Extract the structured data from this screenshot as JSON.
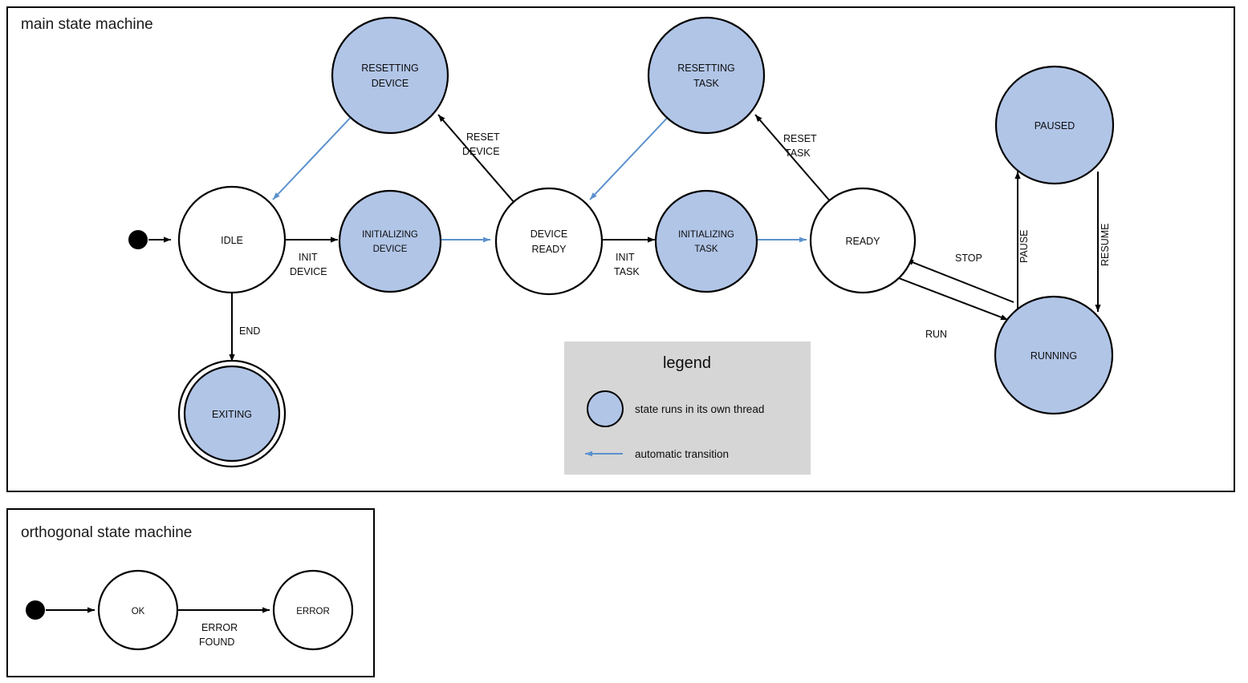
{
  "colors": {
    "thread_state_fill": "#b1c5e7",
    "plain_state_fill": "#ffffff",
    "auto_transition": "#5b91cd",
    "edge": "#000000",
    "legend_background": "#d6d6d6",
    "frame_border": "#000000"
  },
  "frames": {
    "main": {
      "title": "main state machine"
    },
    "orthogonal": {
      "title": "orthogonal state machine"
    }
  },
  "main_machine": {
    "initial_pseudostate": "initial-state-dot",
    "states": [
      {
        "id": "idle",
        "label_lines": [
          "IDLE"
        ],
        "threaded": false,
        "final": false
      },
      {
        "id": "resetting-device",
        "label_lines": [
          "RESETTING",
          "DEVICE"
        ],
        "threaded": true,
        "final": false
      },
      {
        "id": "initializing-device",
        "label_lines": [
          "INITIALIZING",
          "DEVICE"
        ],
        "threaded": true,
        "final": false
      },
      {
        "id": "device-ready",
        "label_lines": [
          "DEVICE",
          "READY"
        ],
        "threaded": false,
        "final": false
      },
      {
        "id": "resetting-task",
        "label_lines": [
          "RESETTING",
          "TASK"
        ],
        "threaded": true,
        "final": false
      },
      {
        "id": "initializing-task",
        "label_lines": [
          "INITIALIZING",
          "TASK"
        ],
        "threaded": true,
        "final": false
      },
      {
        "id": "ready",
        "label_lines": [
          "READY"
        ],
        "threaded": false,
        "final": false
      },
      {
        "id": "paused",
        "label_lines": [
          "PAUSED"
        ],
        "threaded": true,
        "final": false
      },
      {
        "id": "running",
        "label_lines": [
          "RUNNING"
        ],
        "threaded": true,
        "final": false
      },
      {
        "id": "exiting",
        "label_lines": [
          "EXITING"
        ],
        "threaded": true,
        "final": true
      }
    ],
    "transitions": [
      {
        "id": "start-to-idle",
        "from": "initial",
        "to": "idle",
        "label_lines": [],
        "automatic": false
      },
      {
        "id": "idle-to-init-device",
        "from": "idle",
        "to": "initializing-device",
        "label_lines": [
          "INIT",
          "DEVICE"
        ],
        "automatic": false
      },
      {
        "id": "idle-to-exiting",
        "from": "idle",
        "to": "exiting",
        "label_lines": [
          "END"
        ],
        "automatic": false
      },
      {
        "id": "init-device-to-ready",
        "from": "initializing-device",
        "to": "device-ready",
        "label_lines": [],
        "automatic": true
      },
      {
        "id": "device-ready-to-reset",
        "from": "device-ready",
        "to": "resetting-device",
        "label_lines": [
          "RESET",
          "DEVICE"
        ],
        "automatic": false
      },
      {
        "id": "reset-device-to-idle",
        "from": "resetting-device",
        "to": "idle",
        "label_lines": [],
        "automatic": true
      },
      {
        "id": "device-ready-to-init-task",
        "from": "device-ready",
        "to": "initializing-task",
        "label_lines": [
          "INIT",
          "TASK"
        ],
        "automatic": false
      },
      {
        "id": "init-task-to-ready",
        "from": "initializing-task",
        "to": "ready",
        "label_lines": [],
        "automatic": true
      },
      {
        "id": "ready-to-reset-task",
        "from": "ready",
        "to": "resetting-task",
        "label_lines": [
          "RESET",
          "TASK"
        ],
        "automatic": false
      },
      {
        "id": "reset-task-to-device-ready",
        "from": "resetting-task",
        "to": "device-ready",
        "label_lines": [],
        "automatic": true
      },
      {
        "id": "ready-to-running",
        "from": "ready",
        "to": "running",
        "label_lines": [
          "RUN"
        ],
        "automatic": false
      },
      {
        "id": "running-to-ready",
        "from": "running",
        "to": "ready",
        "label_lines": [
          "STOP"
        ],
        "automatic": false
      },
      {
        "id": "running-to-paused",
        "from": "running",
        "to": "paused",
        "label_lines": [
          "PAUSE"
        ],
        "automatic": false
      },
      {
        "id": "paused-to-running",
        "from": "paused",
        "to": "running",
        "label_lines": [
          "RESUME"
        ],
        "automatic": false
      }
    ],
    "edge_labels": {
      "init_device": {
        "line1": "INIT",
        "line2": "DEVICE"
      },
      "end": {
        "line1": "END"
      },
      "reset_device": {
        "line1": "RESET",
        "line2": "DEVICE"
      },
      "init_task": {
        "line1": "INIT",
        "line2": "TASK"
      },
      "reset_task": {
        "line1": "RESET",
        "line2": "TASK"
      },
      "run": {
        "line1": "RUN"
      },
      "stop": {
        "line1": "STOP"
      },
      "pause": {
        "line1": "PAUSE"
      },
      "resume": {
        "line1": "RESUME"
      }
    },
    "state_labels": {
      "idle": "IDLE",
      "resetting_device_l1": "RESETTING",
      "resetting_device_l2": "DEVICE",
      "initializing_device_l1": "INITIALIZING",
      "initializing_device_l2": "DEVICE",
      "device_ready_l1": "DEVICE",
      "device_ready_l2": "READY",
      "resetting_task_l1": "RESETTING",
      "resetting_task_l2": "TASK",
      "initializing_task_l1": "INITIALIZING",
      "initializing_task_l2": "TASK",
      "ready": "READY",
      "paused": "PAUSED",
      "running": "RUNNING",
      "exiting": "EXITING"
    }
  },
  "legend": {
    "title": "legend",
    "items": [
      {
        "id": "thread-swatch",
        "symbol": "filled-blue-circle",
        "text": "state runs in its own thread"
      },
      {
        "id": "auto-arrow",
        "symbol": "blue-left-arrow",
        "text": "automatic transition"
      }
    ],
    "item1_text": "state runs in its own thread",
    "item2_text": "automatic transition"
  },
  "orthogonal_machine": {
    "states": [
      {
        "id": "ok",
        "label": "OK"
      },
      {
        "id": "error",
        "label": "ERROR"
      }
    ],
    "transitions": [
      {
        "id": "start-to-ok",
        "from": "initial",
        "to": "ok",
        "label_lines": []
      },
      {
        "id": "ok-to-error",
        "from": "ok",
        "to": "error",
        "label_lines": [
          "ERROR",
          "FOUND"
        ]
      }
    ],
    "state_labels": {
      "ok": "OK",
      "error": "ERROR"
    },
    "edge_labels": {
      "error_found": {
        "line1": "ERROR",
        "line2": "FOUND"
      }
    }
  }
}
